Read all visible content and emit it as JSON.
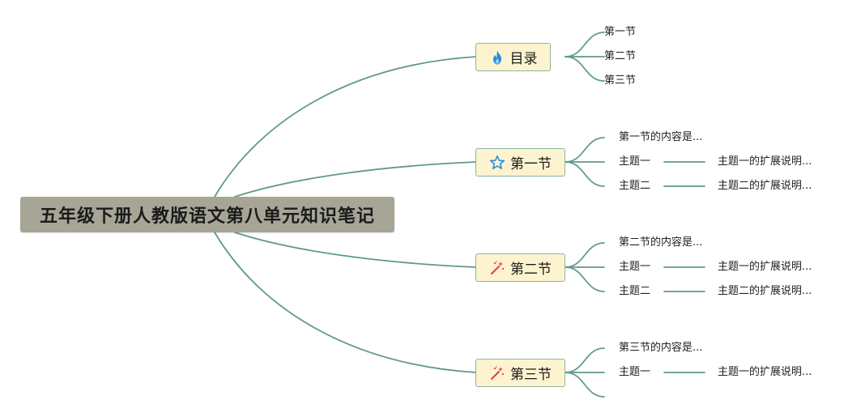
{
  "root": {
    "title": "五年级下册人教版语文第八单元知识笔记"
  },
  "colors": {
    "connector": "#5f9a85",
    "root_bg": "#a6a596",
    "branch_bg": "#fdf4cf",
    "branch_border": "#8cb5a1"
  },
  "branches": [
    {
      "label": "目录",
      "icon": "fire-icon",
      "children": [
        {
          "label": "第一节"
        },
        {
          "label": "第二节"
        },
        {
          "label": "第三节"
        }
      ]
    },
    {
      "label": "第一节",
      "icon": "star-icon",
      "children": [
        {
          "label": "第一节的内容是..."
        },
        {
          "label": "主题一",
          "detail": "主题一的扩展说明..."
        },
        {
          "label": "主题二",
          "detail": "主题二的扩展说明..."
        }
      ]
    },
    {
      "label": "第二节",
      "icon": "magic-wand-icon",
      "children": [
        {
          "label": "第二节的内容是..."
        },
        {
          "label": "主题一",
          "detail": "主题一的扩展说明..."
        },
        {
          "label": "主题二",
          "detail": "主题二的扩展说明..."
        }
      ]
    },
    {
      "label": "第三节",
      "icon": "magic-wand-icon",
      "children": [
        {
          "label": "第三节的内容是..."
        },
        {
          "label": "主题一",
          "detail": "主题一的扩展说明..."
        },
        {
          "label": ""
        }
      ]
    }
  ]
}
